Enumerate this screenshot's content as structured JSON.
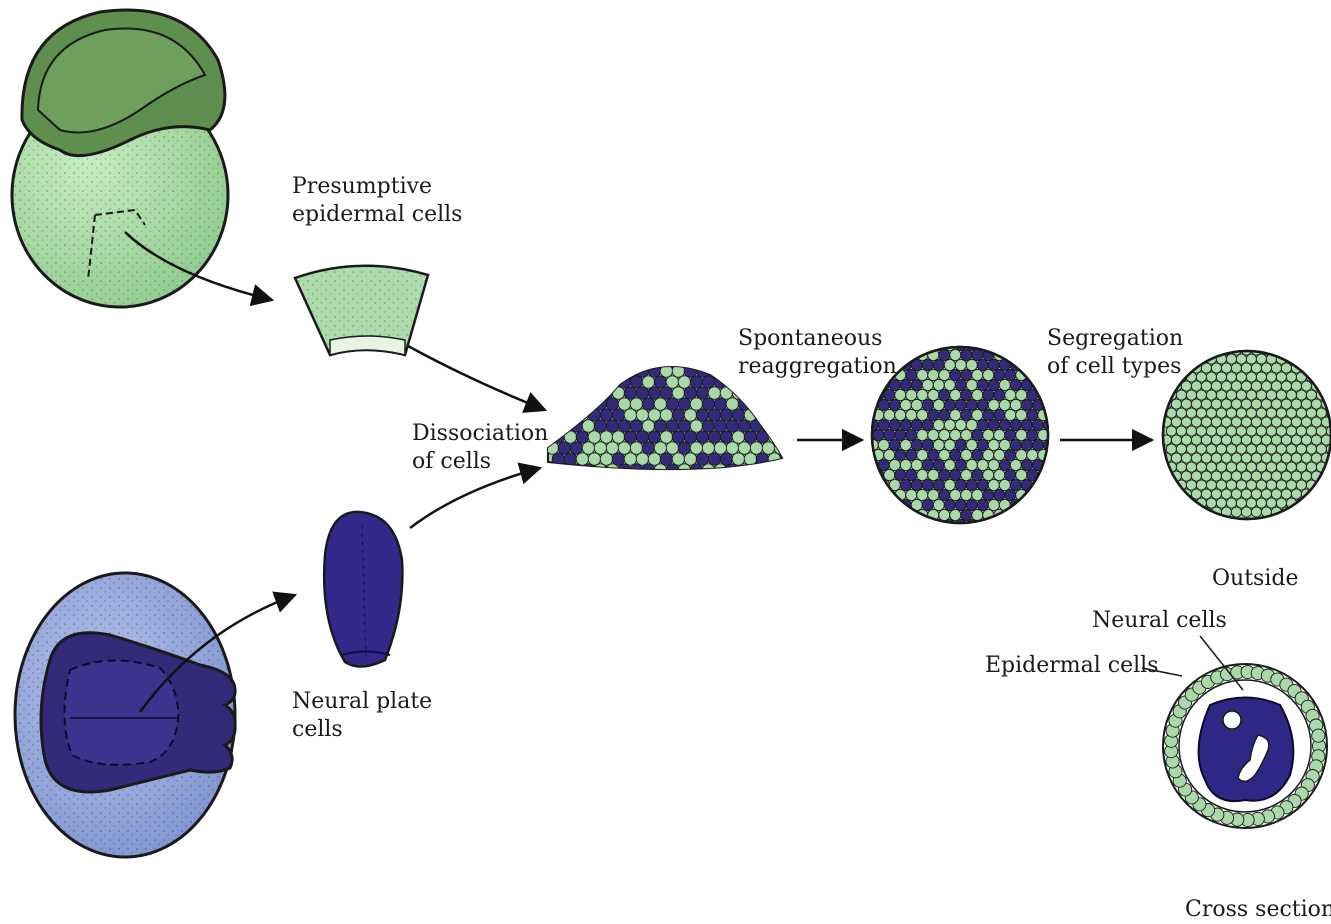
{
  "colors": {
    "epidermal": "#a9d8a9",
    "epidermal_dark": "#5d8f4e",
    "neural": "#332a7a",
    "neural_dark": "#1e1654",
    "embryo_blue": "#9aacdc",
    "outline": "#1a1a1a"
  },
  "labels": {
    "presumptive": {
      "line1": "Presumptive",
      "line2": "epidermal cells"
    },
    "dissociation": {
      "line1": "Dissociation",
      "line2": "of cells"
    },
    "neural_plate": {
      "line1": "Neural plate",
      "line2": "cells"
    },
    "spontaneous": {
      "line1": "Spontaneous",
      "line2": "reaggregation"
    },
    "segregation": {
      "line1": "Segregation",
      "line2": "of cell types"
    },
    "outside": "Outside",
    "neural_cells": "Neural cells",
    "epidermal_cells": "Epidermal cells",
    "cross_section": "Cross section"
  }
}
